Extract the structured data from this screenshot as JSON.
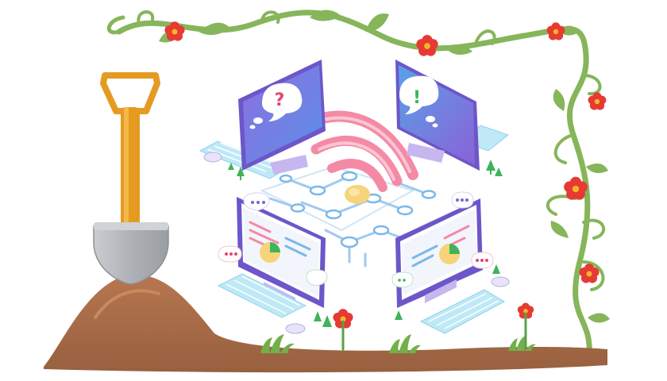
{
  "illustration": {
    "monitor_top_left": {
      "bubble_symbol": "?"
    },
    "monitor_top_right": {
      "bubble_symbol": "!"
    }
  },
  "colors": {
    "vine": "#86b55a",
    "flower_petal": "#e63a32",
    "flower_center": "#f5b52a",
    "soil": "#a86a45",
    "shovel_handle": "#e59b22",
    "shovel_blade": "#b9bcc0",
    "monitor_purple": "#7a63d6",
    "monitor_blue": "#5aa0e6",
    "wifi_pink": "#f48aa6",
    "wifi_yellow": "#f7d37a",
    "circuit": "#8fc4ef",
    "keyboard": "#8fd8ee",
    "plant_green": "#3fb35a"
  },
  "icons": [
    "vine-frame",
    "flower-icon",
    "shovel-icon",
    "soil-mound",
    "monitor-icon",
    "keyboard-icon",
    "mouse-icon",
    "wifi-icon",
    "circuit-board",
    "chat-bubble-icon",
    "pie-chart-icon",
    "grass-tuft-icon"
  ]
}
